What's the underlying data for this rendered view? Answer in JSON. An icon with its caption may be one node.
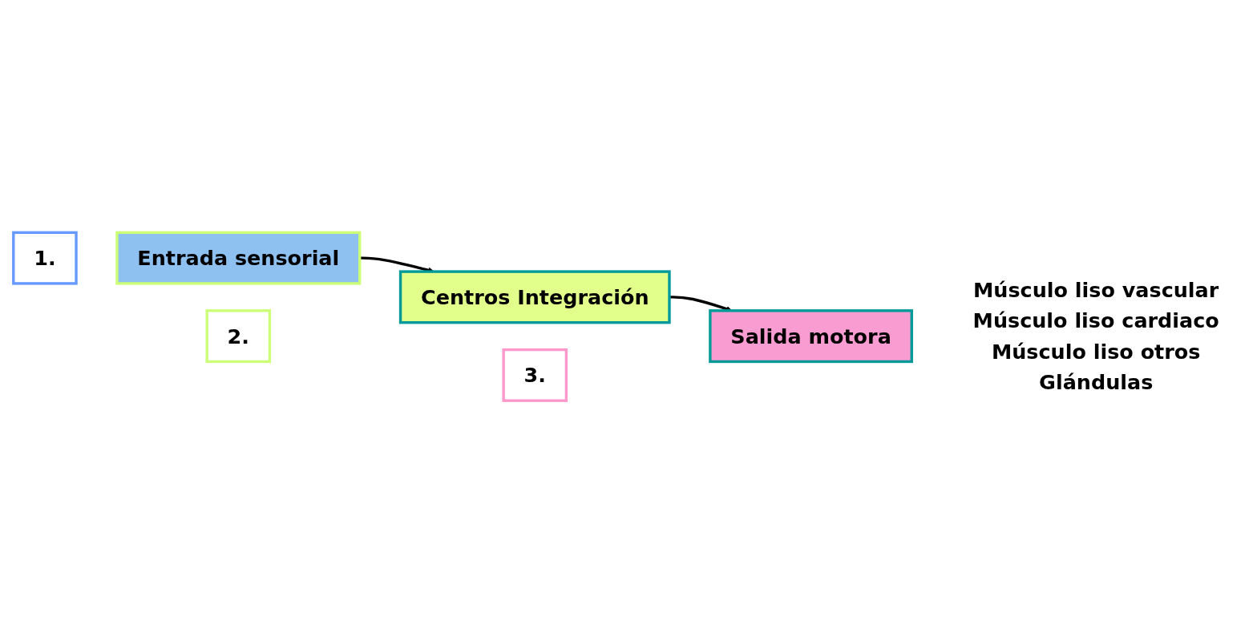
{
  "diagram": {
    "nodes": [
      {
        "text": [
          "2."
        ]
      },
      {
        "text": [
          "Centros Integración"
        ]
      },
      {
        "text": [
          "1."
        ]
      },
      {
        "text": [
          "Entrada sensorial"
        ]
      },
      {
        "text": [
          "3."
        ]
      },
      {
        "text": [
          "Salida motora"
        ],
        "beside": [
          "Músculo liso vascular",
          "Músculo liso cardiaco",
          "Músculo liso otros",
          "Glándulas"
        ]
      }
    ],
    "edges": [
      {
        "from": 3,
        "to": 1,
        "arrow": "to"
      },
      {
        "from": 1,
        "to": 5,
        "arrow": "to"
      }
    ]
  }
}
